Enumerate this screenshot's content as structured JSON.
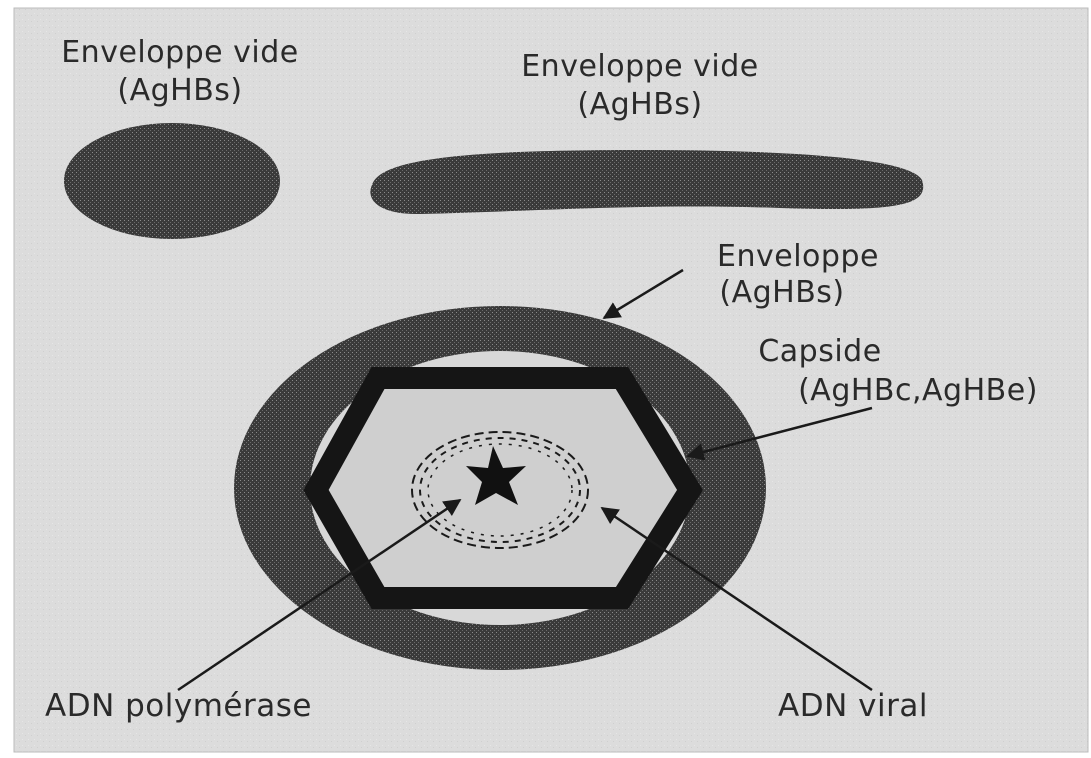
{
  "labels": {
    "empty_envelope_sphere": {
      "line1": "Enveloppe vide",
      "line2": "(AgHBs)"
    },
    "empty_envelope_filament": {
      "line1": "Enveloppe vide",
      "line2": "(AgHBs)"
    },
    "envelope": {
      "line1": "Enveloppe",
      "line2": "(AgHBs)"
    },
    "capsid": {
      "line1": "Capside",
      "line2": "(AgHBc,AgHBe)"
    },
    "dna_polymerase": "ADN polymérase",
    "viral_dna": "ADN viral"
  },
  "colors": {
    "background": "#dcdcdc",
    "particle": "#3c3c3c",
    "capsid": "#1a1a1a",
    "inner": "#d4d4d4",
    "text": "#2a2a2a"
  }
}
